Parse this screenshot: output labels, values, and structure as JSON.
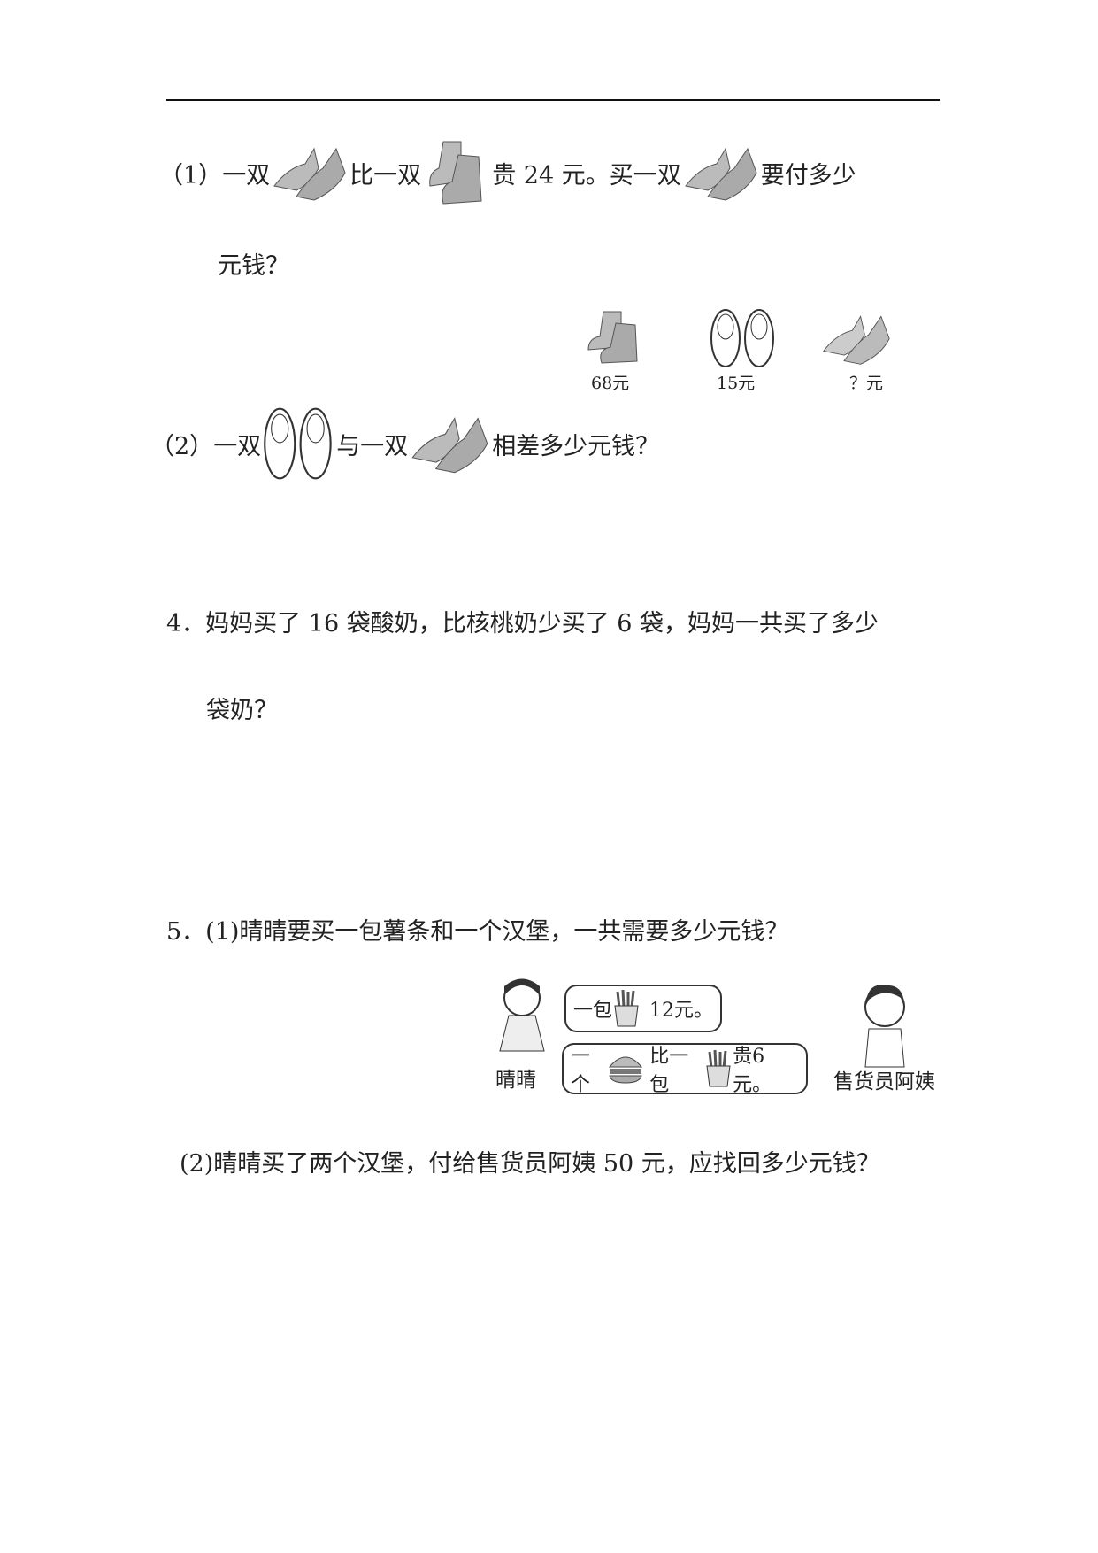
{
  "q3": {
    "p1": {
      "num": "（1）",
      "t1": "一双",
      "t2": "比一双",
      "t3": "贵 24 元。买一双",
      "t4": "要付多少",
      "t5": "元钱？"
    },
    "prices": [
      {
        "item": "boots",
        "label": "68元"
      },
      {
        "item": "sneakers",
        "label": "15元"
      },
      {
        "item": "leather-shoes",
        "label": "？元"
      }
    ],
    "p2": {
      "num": "（2）",
      "t1": "一双",
      "t2": "与一双",
      "t3": "相差多少元钱？"
    }
  },
  "q4": {
    "line1": "4．妈妈买了 16 袋酸奶，比核桃奶少买了 6 袋，妈妈一共买了多少",
    "line2": "袋奶？"
  },
  "q5": {
    "p1": "5．(1)晴晴要买一包薯条和一个汉堡，一共需要多少元钱？",
    "girl_name": "晴晴",
    "clerk_name": "售货员阿姨",
    "bubble1": {
      "t1": "一包",
      "t2": "12元。"
    },
    "bubble2": {
      "t1": "一个",
      "t2": "比一包",
      "t3": "贵6元。"
    },
    "p2": "(2)晴晴买了两个汉堡，付给售货员阿姨 50 元，应找回多少元钱？"
  }
}
